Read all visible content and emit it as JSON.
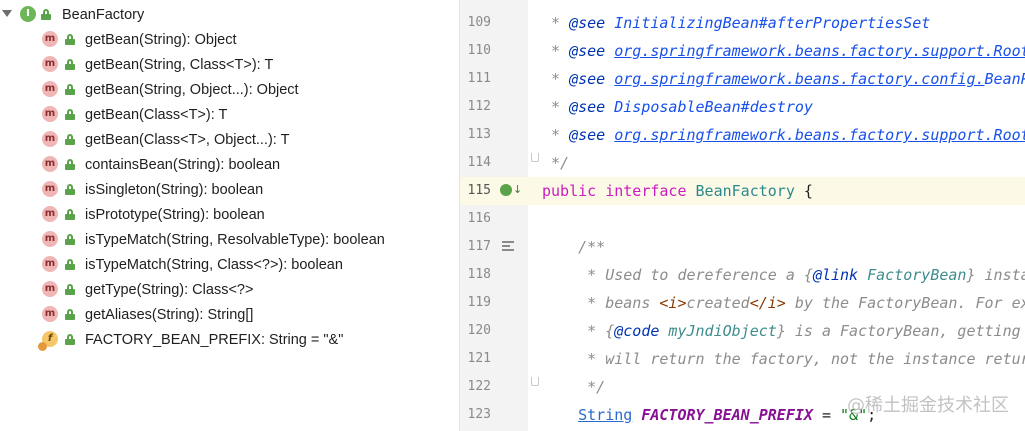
{
  "structure": {
    "root": {
      "icon": "interface-icon",
      "badge": "I",
      "label": "BeanFactory"
    },
    "members": [
      {
        "kind": "method",
        "badge": "m",
        "label": "getBean(String): Object"
      },
      {
        "kind": "method",
        "badge": "m",
        "label": "getBean(String, Class<T>): T"
      },
      {
        "kind": "method",
        "badge": "m",
        "label": "getBean(String, Object...): Object"
      },
      {
        "kind": "method",
        "badge": "m",
        "label": "getBean(Class<T>): T"
      },
      {
        "kind": "method",
        "badge": "m",
        "label": "getBean(Class<T>, Object...): T"
      },
      {
        "kind": "method",
        "badge": "m",
        "label": "containsBean(String): boolean"
      },
      {
        "kind": "method",
        "badge": "m",
        "label": "isSingleton(String): boolean"
      },
      {
        "kind": "method",
        "badge": "m",
        "label": "isPrototype(String): boolean"
      },
      {
        "kind": "method",
        "badge": "m",
        "label": "isTypeMatch(String, ResolvableType): boolean"
      },
      {
        "kind": "method",
        "badge": "m",
        "label": "isTypeMatch(String, Class<?>): boolean"
      },
      {
        "kind": "method",
        "badge": "m",
        "label": "getType(String): Class<?>"
      },
      {
        "kind": "method",
        "badge": "m",
        "label": "getAliases(String): String[]"
      },
      {
        "kind": "field",
        "badge": "f",
        "label": "FACTORY_BEAN_PREFIX: String = \"&\""
      }
    ]
  },
  "editor": {
    "lines": [
      {
        "n": "109",
        "tokens": [
          {
            "t": " * ",
            "c": ""
          },
          {
            "t": "@see",
            "c": "c-tag"
          },
          {
            "t": " InitializingBean#",
            "c": "c-link-nu"
          },
          {
            "t": "afterPropertiesSet",
            "c": "c-link-nu"
          }
        ]
      },
      {
        "n": "110",
        "tokens": [
          {
            "t": " * ",
            "c": ""
          },
          {
            "t": "@see",
            "c": "c-tag"
          },
          {
            "t": " ",
            "c": ""
          },
          {
            "t": "org.springframework.beans.factory.support.Root",
            "c": "c-link"
          }
        ]
      },
      {
        "n": "111",
        "tokens": [
          {
            "t": " * ",
            "c": ""
          },
          {
            "t": "@see",
            "c": "c-tag"
          },
          {
            "t": " ",
            "c": ""
          },
          {
            "t": "org.springframework.beans.factory.config.",
            "c": "c-link"
          },
          {
            "t": "BeanP",
            "c": "c-link-nu"
          }
        ]
      },
      {
        "n": "112",
        "tokens": [
          {
            "t": " * ",
            "c": ""
          },
          {
            "t": "@see",
            "c": "c-tag"
          },
          {
            "t": " DisposableBean#",
            "c": "c-link-nu"
          },
          {
            "t": "destroy",
            "c": "c-link-nu"
          }
        ]
      },
      {
        "n": "113",
        "tokens": [
          {
            "t": " * ",
            "c": ""
          },
          {
            "t": "@see",
            "c": "c-tag"
          },
          {
            "t": " ",
            "c": ""
          },
          {
            "t": "org.springframework.beans.factory.support.Root",
            "c": "c-link"
          }
        ]
      },
      {
        "n": "114",
        "tokens": [
          {
            "t": " */",
            "c": ""
          }
        ]
      },
      {
        "n": "115",
        "tokens": [
          {
            "t": "public interface ",
            "c": "c-kw2"
          },
          {
            "t": "BeanFactory",
            "c": "c-iface"
          },
          {
            "t": " {",
            "c": "c-plain"
          }
        ]
      },
      {
        "n": "116",
        "tokens": []
      },
      {
        "n": "117",
        "tokens": [
          {
            "t": "    /**",
            "c": ""
          }
        ]
      },
      {
        "n": "118",
        "tokens": [
          {
            "t": "     * Used to dereference a {",
            "c": ""
          },
          {
            "t": "@link",
            "c": "c-tag"
          },
          {
            "t": " FactoryBean",
            "c": "c-tagv"
          },
          {
            "t": "} insta",
            "c": ""
          }
        ]
      },
      {
        "n": "119",
        "tokens": [
          {
            "t": "     * beans ",
            "c": ""
          },
          {
            "t": "<i>",
            "c": "c-html"
          },
          {
            "t": "created",
            "c": ""
          },
          {
            "t": "</i>",
            "c": "c-html"
          },
          {
            "t": " by the FactoryBean. For ex",
            "c": ""
          }
        ]
      },
      {
        "n": "120",
        "tokens": [
          {
            "t": "     * {",
            "c": ""
          },
          {
            "t": "@code",
            "c": "c-tag"
          },
          {
            "t": " myJndiObject",
            "c": "c-tagv"
          },
          {
            "t": "} is a FactoryBean, getting",
            "c": ""
          }
        ]
      },
      {
        "n": "121",
        "tokens": [
          {
            "t": "     * will return the factory, not the instance retur",
            "c": ""
          }
        ]
      },
      {
        "n": "122",
        "tokens": [
          {
            "t": "     */",
            "c": ""
          }
        ]
      },
      {
        "n": "123",
        "tokens": [
          {
            "t": "    ",
            "c": "c-plain"
          },
          {
            "t": "String",
            "c": "c-type"
          },
          {
            "t": " ",
            "c": "c-plain"
          },
          {
            "t": "FACTORY_BEAN_PREFIX",
            "c": "c-field"
          },
          {
            "t": " = ",
            "c": "c-plain"
          },
          {
            "t": "\"&\"",
            "c": "c-string"
          },
          {
            "t": ";",
            "c": "c-plain"
          }
        ]
      }
    ],
    "current_line": "115"
  },
  "watermark": "@稀土掘金技术社区",
  "colors": {
    "interface_badge": "#6fb55a",
    "method_badge": "#f0b5b5",
    "field_badge": "#f5c76a",
    "lock": "#5aa34a",
    "current_line_bg": "#fdf9e7",
    "gutter_bg": "#f3f3f3"
  }
}
